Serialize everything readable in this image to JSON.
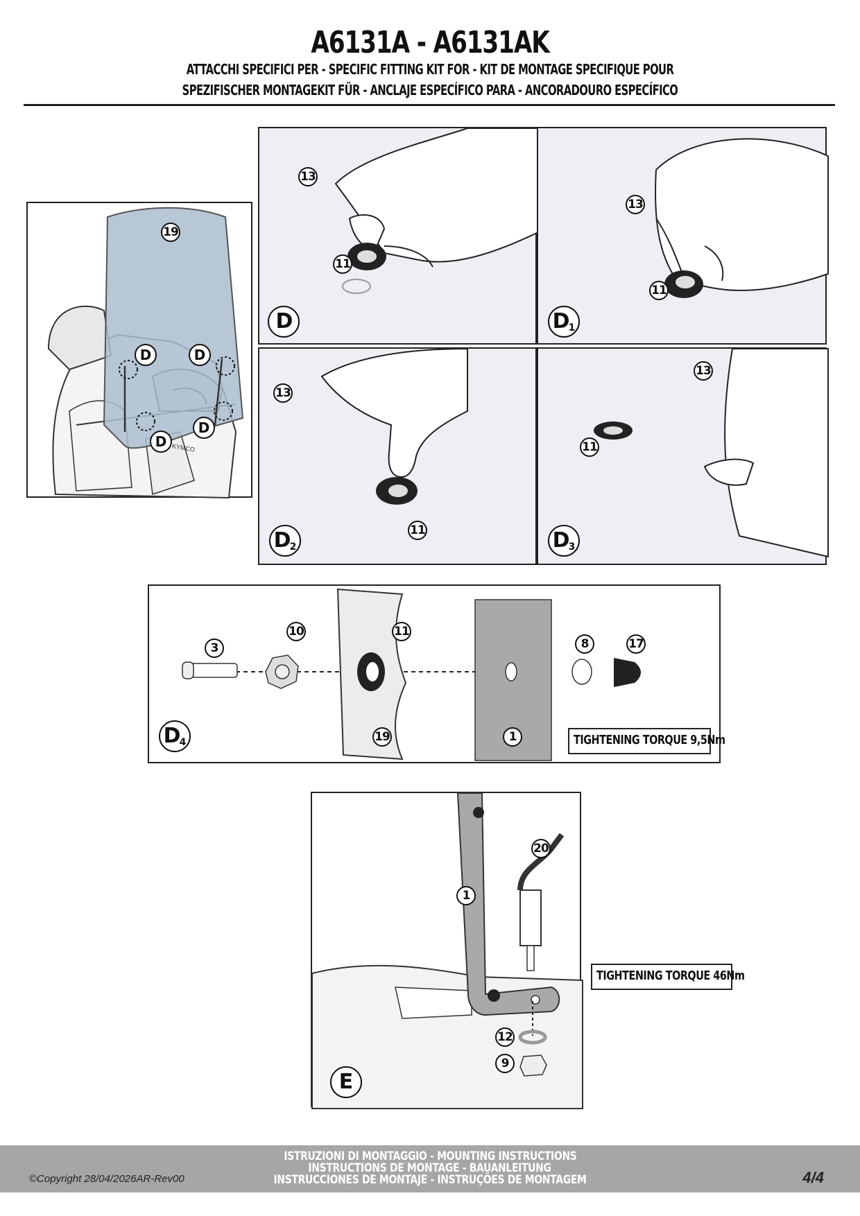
{
  "header": {
    "title": "A6131A - A6131AK",
    "subtitle_line1": "ATTACCHI SPECIFICI PER  -  SPECIFIC FITTING KIT FOR  -  KIT DE MONTAGE SPECIFIQUE POUR",
    "subtitle_line2": "SPEZIFISCHER MONTAGEKIT FÜR  -  ANCLAJE ESPECÍFICO PARA - ANCORADOURO ESPECÍFICO"
  },
  "overview": {
    "part_windscreen": "19",
    "attachment_label": "D",
    "brand_text": "KYMCO"
  },
  "steps": {
    "D": {
      "letter": "D",
      "sub": "",
      "parts": [
        "13",
        "11"
      ]
    },
    "D1": {
      "letter": "D",
      "sub": "1",
      "parts": [
        "13",
        "11"
      ]
    },
    "D2": {
      "letter": "D",
      "sub": "2",
      "parts": [
        "13",
        "11"
      ]
    },
    "D3": {
      "letter": "D",
      "sub": "3",
      "parts": [
        "13",
        "11"
      ]
    },
    "D4": {
      "letter": "D",
      "sub": "4",
      "parts": [
        "3",
        "10",
        "11",
        "8",
        "17",
        "19",
        "1"
      ],
      "torque": "TIGHTENING TORQUE  9,5Nm"
    },
    "E": {
      "letter": "E",
      "parts": [
        "1",
        "20",
        "12",
        "9"
      ],
      "torque": "TIGHTENING TORQUE  46Nm"
    }
  },
  "footer": {
    "line1": "ISTRUZIONI DI MONTAGGIO  -  MOUNTING INSTRUCTIONS",
    "line2": "INSTRUCTIONS DE MONTAGE - BAUANLEITUNG",
    "line3": "INSTRUCCIONES DE MONTAJE - INSTRUÇÕES DE MONTAGEM",
    "copyright": "©Copyright 28/04/2026AR-Rev00",
    "page": "4/4"
  },
  "colors": {
    "panel_bg": "#eeeef4",
    "windscreen": "#aabdcf",
    "footer_bg": "#a6a6a6",
    "bracket": "#a9a9a9"
  }
}
